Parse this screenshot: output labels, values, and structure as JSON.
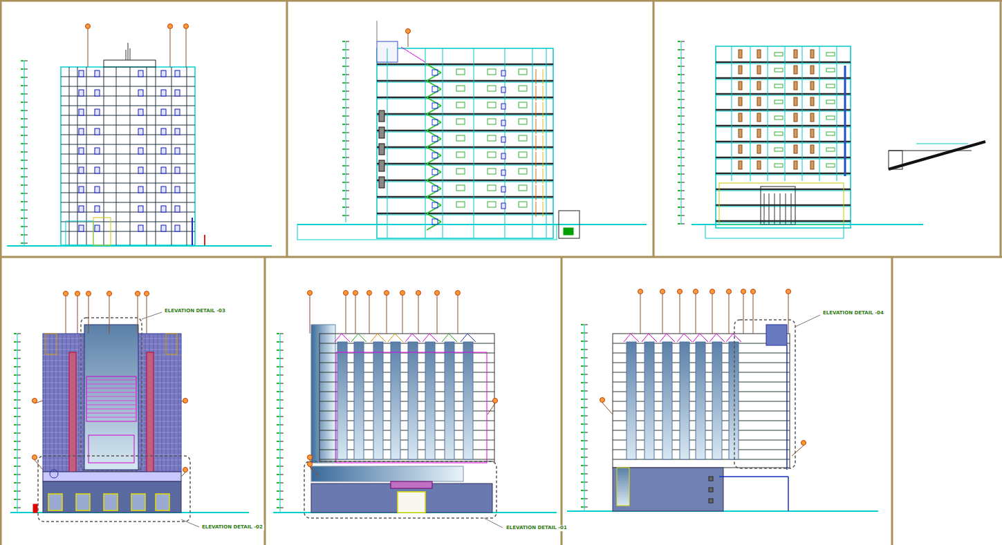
{
  "diagram": {
    "labels": [
      "ELEVATION DETAIL -03",
      "ELEVATION DETAIL -02",
      "ELEVATION DETAIL -01",
      "ELEVATION DETAIL -04"
    ]
  }
}
